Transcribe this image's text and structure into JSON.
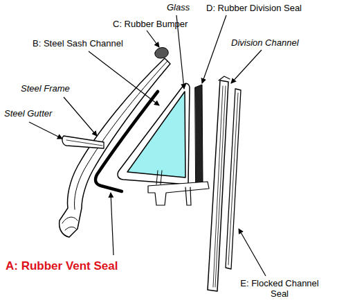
{
  "diagram": {
    "labels": [
      "Glass",
      "D: Rubber Division Seal",
      "C: Rubber Bumper",
      "B: Steel Sash Channel",
      "Division Channel",
      "Steel Frame",
      "Steel Gutter",
      "A: Rubber Vent Seal",
      "E: Flocked Channel Seal"
    ]
  }
}
